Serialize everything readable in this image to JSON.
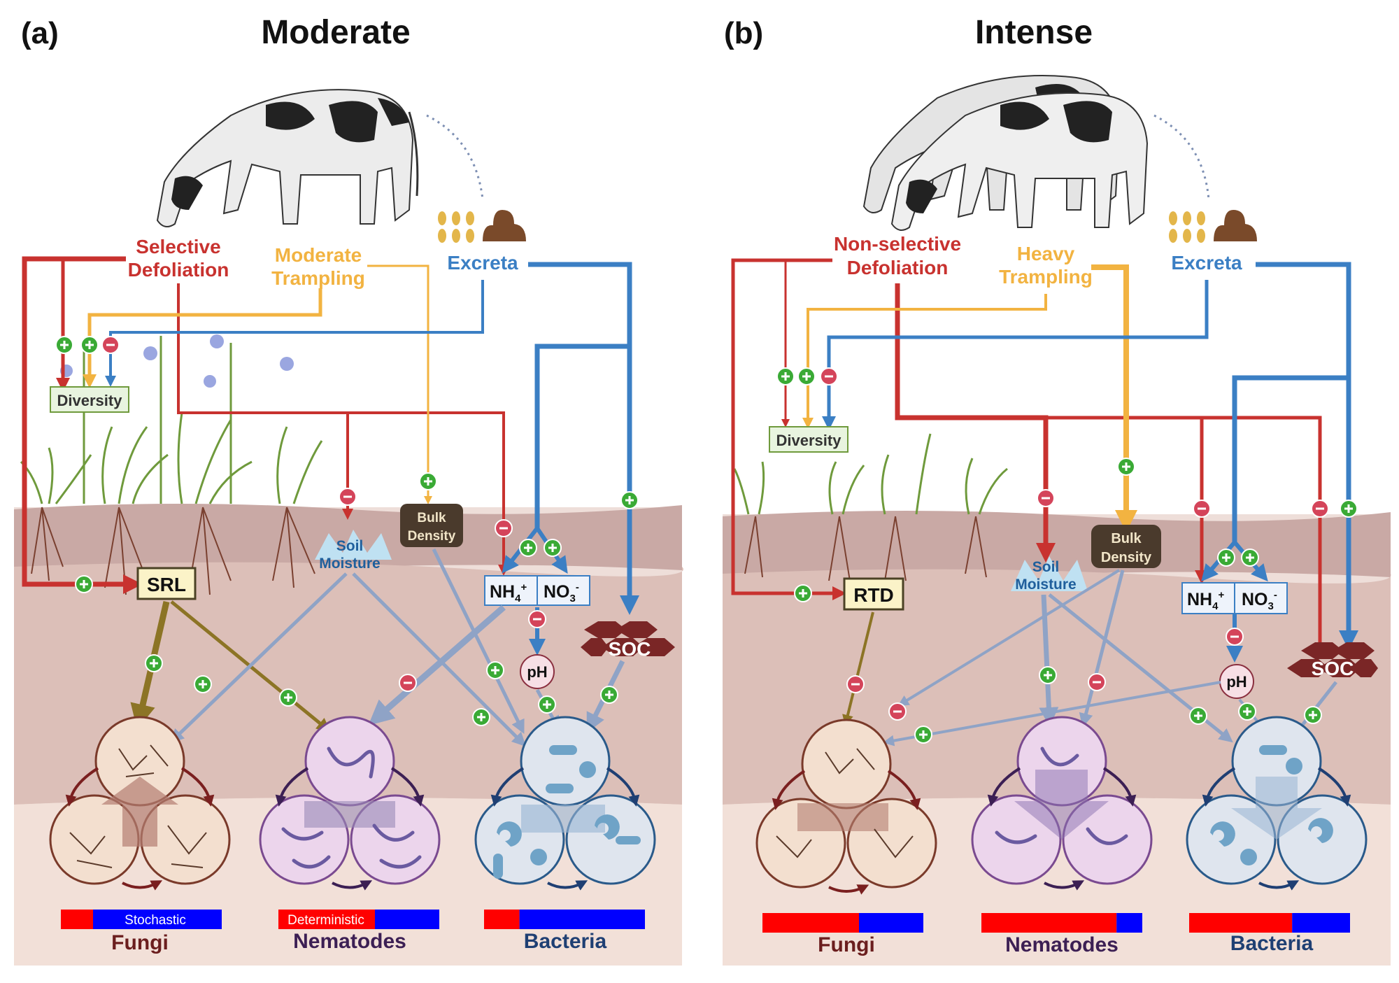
{
  "colors": {
    "defoliation": "#c8322f",
    "trampling": "#f2b341",
    "excreta": "#3b7fc4",
    "fungi_arrow": "#8c7425",
    "soil_effect": "#8fa3c6",
    "positive": "#3aaa35",
    "negative": "#d4445a",
    "deterministic": "#ff0000",
    "stochastic": "#0000ff",
    "fungi_text": "#6b1e1e",
    "nematodes_text": "#3c1f54",
    "bacteria_text": "#1f3f73",
    "soc": "#7a2626"
  },
  "panel_a": {
    "letter": "(a)",
    "title": "Moderate",
    "defoliation": [
      "Selective",
      "Defoliation"
    ],
    "trampling": [
      "Moderate",
      "Trampling"
    ],
    "excreta": "Excreta",
    "diversity": "Diversity",
    "root_trait": "SRL",
    "soil_moisture": [
      "Soil",
      "Moisture"
    ],
    "bulk_density": [
      "Bulk",
      "Density"
    ],
    "nh4": "NH",
    "nh4_sub": "4",
    "nh4_sup": "+",
    "no3": "NO",
    "no3_sub": "3",
    "no3_sup": "-",
    "ph": "pH",
    "soc": "SOC",
    "fungi": "Fungi",
    "nematodes": "Nematodes",
    "bacteria": "Bacteria",
    "stochastic_label": "Stochastic",
    "deterministic_label": "Deterministic",
    "det_fraction": {
      "fungi": 0.2,
      "nematodes": 0.6,
      "bacteria": 0.22
    }
  },
  "panel_b": {
    "letter": "(b)",
    "title": "Intense",
    "defoliation": [
      "Non-selective",
      "Defoliation"
    ],
    "trampling": [
      "Heavy",
      "Trampling"
    ],
    "excreta": "Excreta",
    "diversity": "Diversity",
    "root_trait": "RTD",
    "soil_moisture": [
      "Soil",
      "Moisture"
    ],
    "bulk_density": [
      "Bulk",
      "Density"
    ],
    "nh4": "NH",
    "nh4_sub": "4",
    "nh4_sup": "+",
    "no3": "NO",
    "no3_sub": "3",
    "no3_sup": "-",
    "ph": "pH",
    "soc": "SOC",
    "fungi": "Fungi",
    "nematodes": "Nematodes",
    "bacteria": "Bacteria",
    "det_fraction": {
      "fungi": 0.6,
      "nematodes": 0.84,
      "bacteria": 0.64
    }
  }
}
